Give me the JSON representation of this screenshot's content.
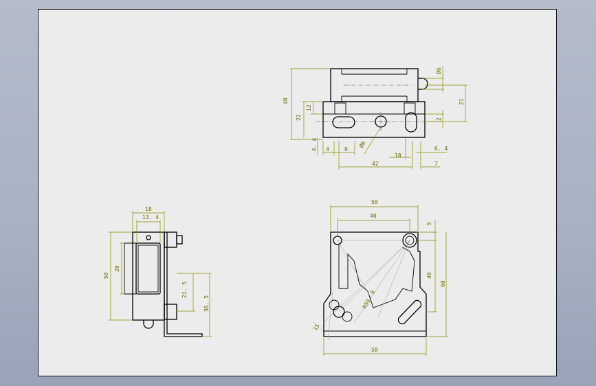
{
  "drawing": {
    "top_view": {
      "dims": {
        "d40": "40",
        "d22": "22",
        "d12": "12",
        "d6_4_left": "6. 4",
        "d4": "4",
        "d9": "9",
        "d42": "42",
        "d18": "18",
        "d6_4_right": "6. 4",
        "d7": "7",
        "d21": "21",
        "d2": "2",
        "phi6_top": "Ø6",
        "phi6_hole": "Ø6"
      }
    },
    "side_view": {
      "dims": {
        "d18": "18",
        "d13_4": "13. 4",
        "d50": "50",
        "d28": "28",
        "d21_5": "21. 5",
        "d36_5": "36. 5"
      }
    },
    "front_view": {
      "dims": {
        "d50": "50",
        "d40_h": "40",
        "d5": "5",
        "d40_v": "40",
        "d60": "60",
        "d58": "58",
        "r50_6": "R50. 6",
        "d15": "15"
      }
    }
  }
}
